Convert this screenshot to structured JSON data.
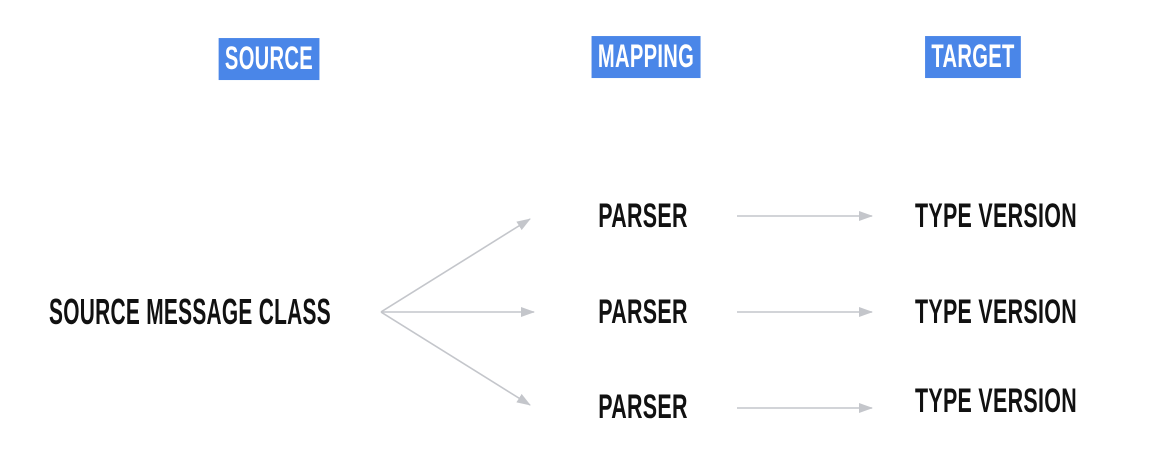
{
  "headers": {
    "source": "SOURCE",
    "mapping": "MAPPING",
    "target": "TARGET"
  },
  "source_node": {
    "label": "SOURCE MESSAGE CLASS"
  },
  "rows": [
    {
      "parser": "PARSER",
      "target": "TYPE VERSION"
    },
    {
      "parser": "PARSER",
      "target": "TYPE VERSION"
    },
    {
      "parser": "PARSER",
      "target": "TYPE VERSION"
    }
  ],
  "colors": {
    "background": "#ffffff",
    "header_bg": "#4a86e8",
    "header_text": "#ffffff",
    "label_text": "#111111",
    "arrow": "#c4c6cb"
  }
}
